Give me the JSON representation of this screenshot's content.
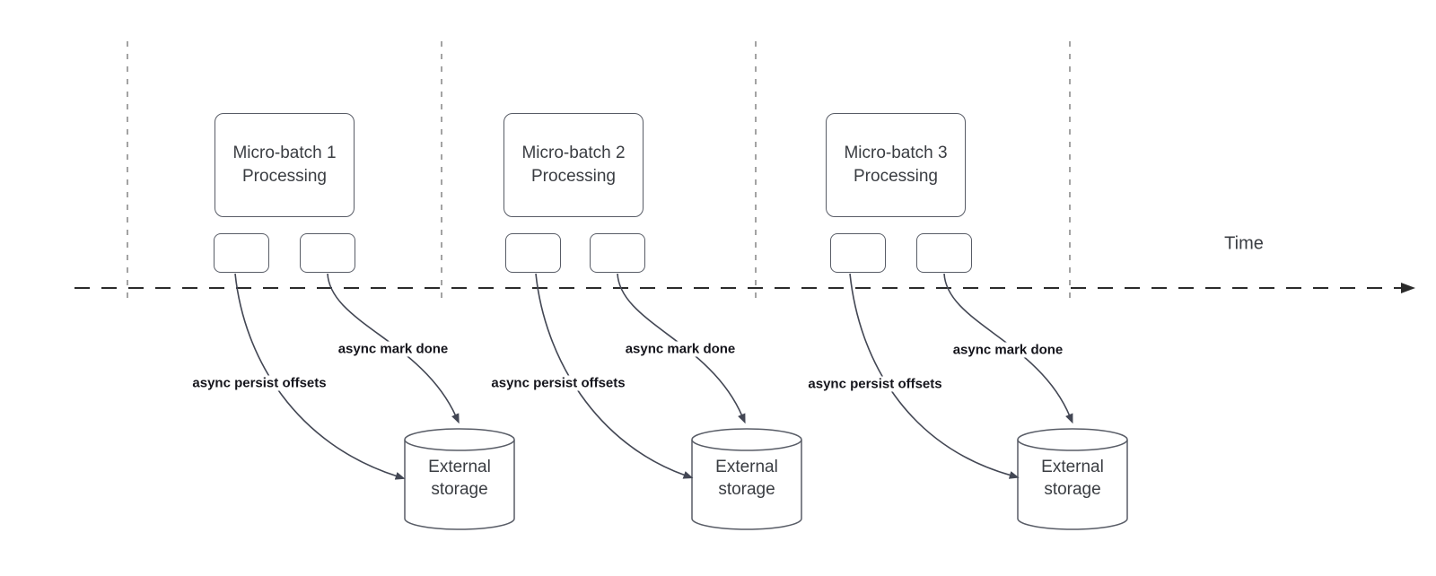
{
  "colors": {
    "background": "#ffffff",
    "box-border": "#585c66",
    "box-text": "#3a3d42",
    "edge-line": "#434754",
    "edge-label-text": "#15151c",
    "timeline": "#2b2b2b",
    "gridline": "#a3a3a3"
  },
  "timeline": {
    "label": "Time"
  },
  "groups": [
    {
      "box_label": "Micro-batch 1 Processing",
      "persist_label": "async persist offsets",
      "done_label": "async mark done",
      "storage_label": "External storage"
    },
    {
      "box_label": "Micro-batch 2 Processing",
      "persist_label": "async persist offsets",
      "done_label": "async mark done",
      "storage_label": "External storage"
    },
    {
      "box_label": "Micro-batch 3 Processing",
      "persist_label": "async persist offsets",
      "done_label": "async mark done",
      "storage_label": "External storage"
    }
  ]
}
